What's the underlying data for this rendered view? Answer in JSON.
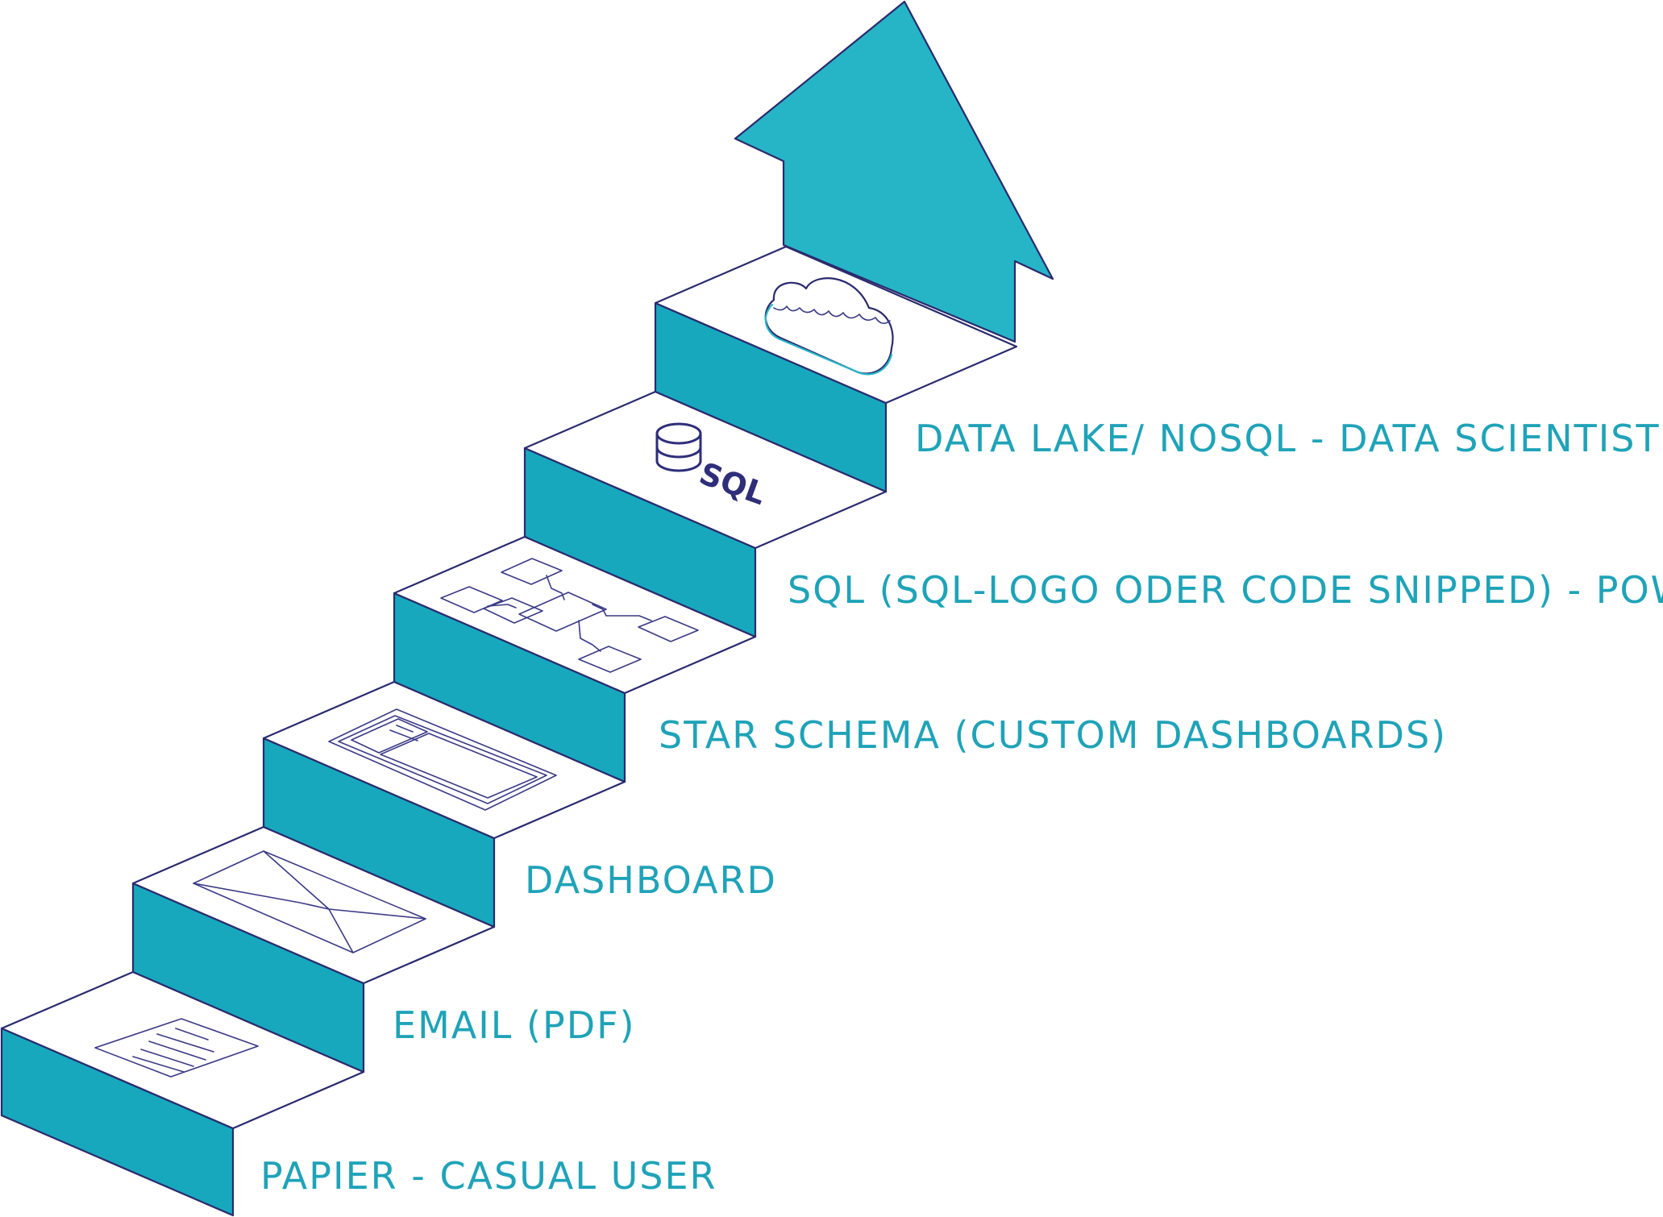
{
  "colors": {
    "accent": "#26b5c6",
    "riser": "#17a8bd",
    "outline": "#2a2a6e",
    "label": "#1fa3b8"
  },
  "icons": [
    "document-icon",
    "envelope-icon",
    "dashboard-icon",
    "star-schema-icon",
    "database-icon",
    "cloud-icon",
    "up-arrow-icon"
  ],
  "steps": [
    {
      "label": "PAPIER - CASUAL USER",
      "icon": "document-icon"
    },
    {
      "label": "EMAIL (PDF)",
      "icon": "envelope-icon"
    },
    {
      "label": "DASHBOARD",
      "icon": "dashboard-icon"
    },
    {
      "label": "STAR SCHEMA (CUSTOM DASHBOARDS)",
      "icon": "star-schema-icon"
    },
    {
      "label": "SQL (SQL-LOGO ODER CODE SNIPPED) - POWER USER",
      "icon": "database-icon",
      "logo_text": "SQL"
    },
    {
      "label": "DATA LAKE/ NOSQL - DATA SCIENTIST",
      "icon": "cloud-icon"
    }
  ]
}
